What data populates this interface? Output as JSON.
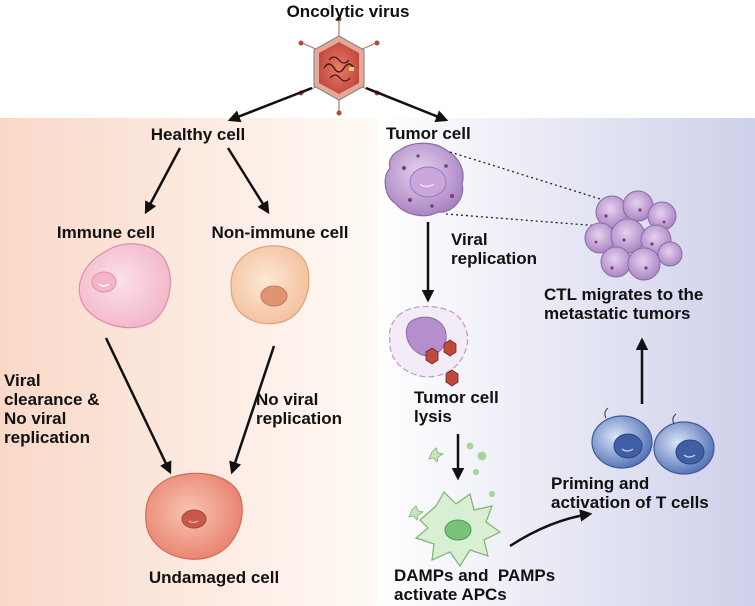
{
  "title": "Oncolytic virus",
  "left_panel": {
    "healthy_cell": "Healthy cell",
    "immune_cell": "Immune cell",
    "non_immune_cell": "Non-immune cell",
    "immune_outcome": "Viral\nclearance &\nNo viral\nreplication",
    "non_immune_outcome": "No viral\nreplication",
    "result": "Undamaged cell"
  },
  "right_panel": {
    "tumor_cell": "Tumor cell",
    "viral_replication": "Viral\nreplication",
    "lysis": "Tumor cell\nlysis",
    "damps": "DAMPs and  PAMPs\nactivate APCs",
    "priming": "Priming and\nactivation of T cells",
    "ctl": "CTL migrates to the\nmetastatic tumors"
  },
  "colors": {
    "left_bg": "#fbe3d8",
    "right_bg": "#dcdcef",
    "virus": "#d9574c",
    "tumor": "#b58fcb",
    "t_cell": "#6c86c6",
    "apc": "#cfe9c9"
  },
  "icons": [
    "virus-icon",
    "tumor-cell-icon",
    "lysed-tumor-cell-icon",
    "apc-icon",
    "t-cell-icon",
    "metastatic-tumor-icon"
  ]
}
